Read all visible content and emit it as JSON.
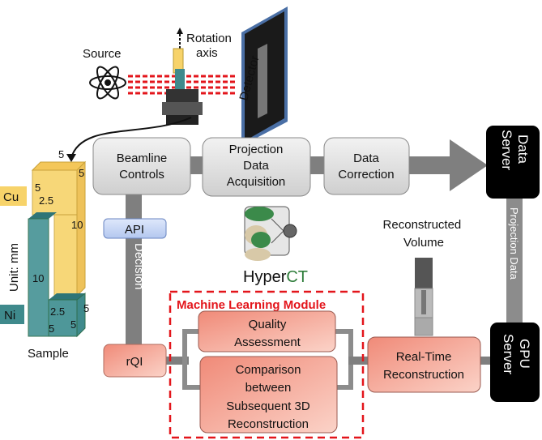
{
  "source_label": "Source",
  "rotation_axis_label": [
    "Rotation",
    "axis"
  ],
  "detector_label": "Detector",
  "boxes": {
    "beamline_controls": [
      "Beamline",
      "Controls"
    ],
    "projection_acquisition": [
      "Projection",
      "Data",
      "Acquisition"
    ],
    "data_correction": [
      "Data",
      "Correction"
    ],
    "api": "API",
    "rqi": "rQI",
    "quality_assessment": [
      "Quality",
      "Assessment"
    ],
    "comparison": [
      "Comparison",
      "between",
      "Subsequent 3D",
      "Reconstruction"
    ],
    "real_time_reconstruction": [
      "Real-Time",
      "Reconstruction"
    ]
  },
  "servers": {
    "data_server": [
      "Data",
      "Server"
    ],
    "gpu_server": [
      "GPU",
      "Server"
    ]
  },
  "connectors": {
    "decision": "Decision",
    "projection_data": "Projection Data"
  },
  "ml_module_title": "Machine Learning Module",
  "reconstructed_volume_label": [
    "Reconstructed",
    "Volume"
  ],
  "logo": {
    "text_dark": "Hyper",
    "text_green": "CT"
  },
  "sample": {
    "label": "Sample",
    "unit": "Unit: mm",
    "materials": [
      "Cu",
      "Ni"
    ],
    "dims": [
      "5",
      "5",
      "5",
      "2.5",
      "10",
      "10",
      "2.5",
      "5",
      "5",
      "5"
    ]
  },
  "colors": {
    "cu": "#f7d36a",
    "ni": "#3f8a8c",
    "ml_red": "#e3151b",
    "box_red": "#f4a896",
    "box_grey": "#d9d9d9",
    "api_blue": "#c9d8f5",
    "server": "#000000",
    "connector": "#7f7f7f"
  }
}
